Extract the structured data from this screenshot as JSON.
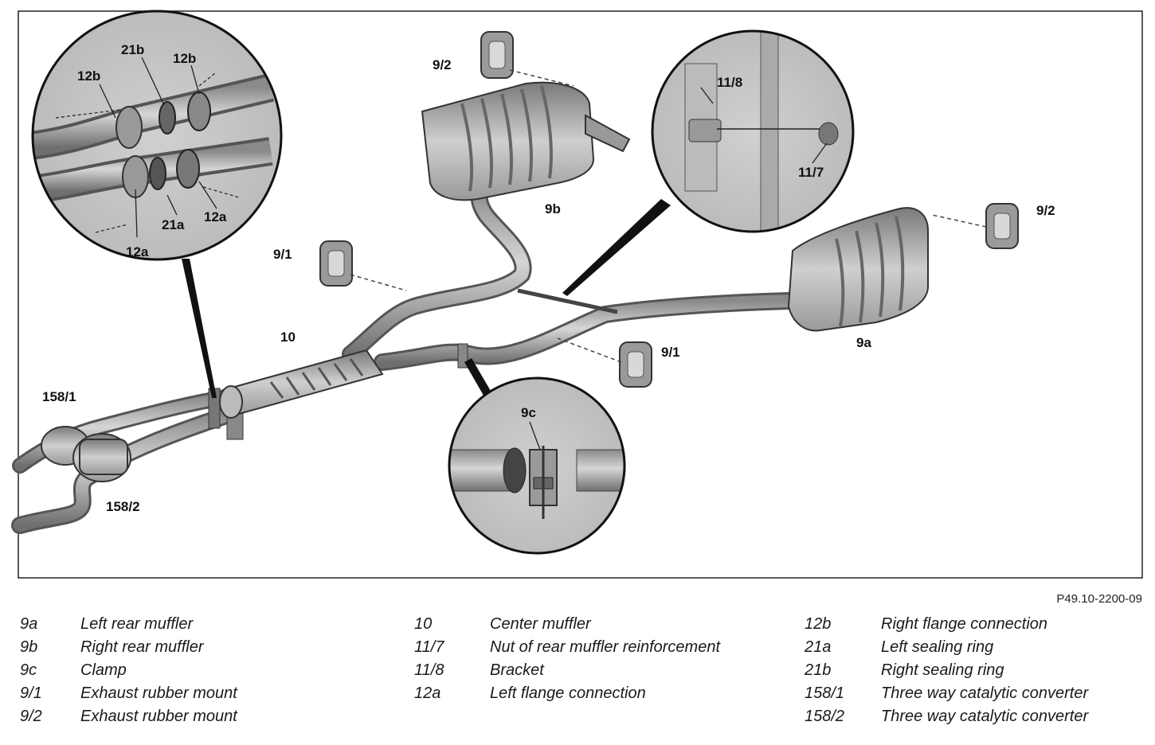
{
  "figure": {
    "code": "P49.10-2200-09",
    "callouts": {
      "c_9a": "9a",
      "c_9b": "9b",
      "c_9c": "9c",
      "c_9_1_left": "9/1",
      "c_9_1_right": "9/1",
      "c_9_2_top": "9/2",
      "c_9_2_right": "9/2",
      "c_10": "10",
      "c_11_7": "11/7",
      "c_11_8": "11/8",
      "c_12a_a": "12a",
      "c_12a_b": "12a",
      "c_12b_a": "12b",
      "c_12b_b": "12b",
      "c_21a": "21a",
      "c_21b": "21b",
      "c_158_1": "158/1",
      "c_158_2": "158/2"
    }
  },
  "legend": {
    "columns": [
      [
        {
          "code": "9a",
          "desc": "Left rear muffler"
        },
        {
          "code": "9b",
          "desc": "Right rear muffler"
        },
        {
          "code": "9c",
          "desc": "Clamp"
        },
        {
          "code": "9/1",
          "desc": "Exhaust rubber mount"
        },
        {
          "code": "9/2",
          "desc": "Exhaust rubber mount"
        }
      ],
      [
        {
          "code": "10",
          "desc": "Center muffler"
        },
        {
          "code": "11/7",
          "desc": "Nut of rear muffler reinforcement"
        },
        {
          "code": "11/8",
          "desc": "Bracket"
        },
        {
          "code": "12a",
          "desc": "Left flange connection"
        }
      ],
      [
        {
          "code": "12b",
          "desc": "Right flange connection"
        },
        {
          "code": "21a",
          "desc": "Left sealing ring"
        },
        {
          "code": "21b",
          "desc": "Right sealing ring"
        },
        {
          "code": "158/1",
          "desc": "Three way catalytic converter"
        },
        {
          "code": "158/2",
          "desc": "Three way catalytic converter"
        }
      ]
    ]
  }
}
